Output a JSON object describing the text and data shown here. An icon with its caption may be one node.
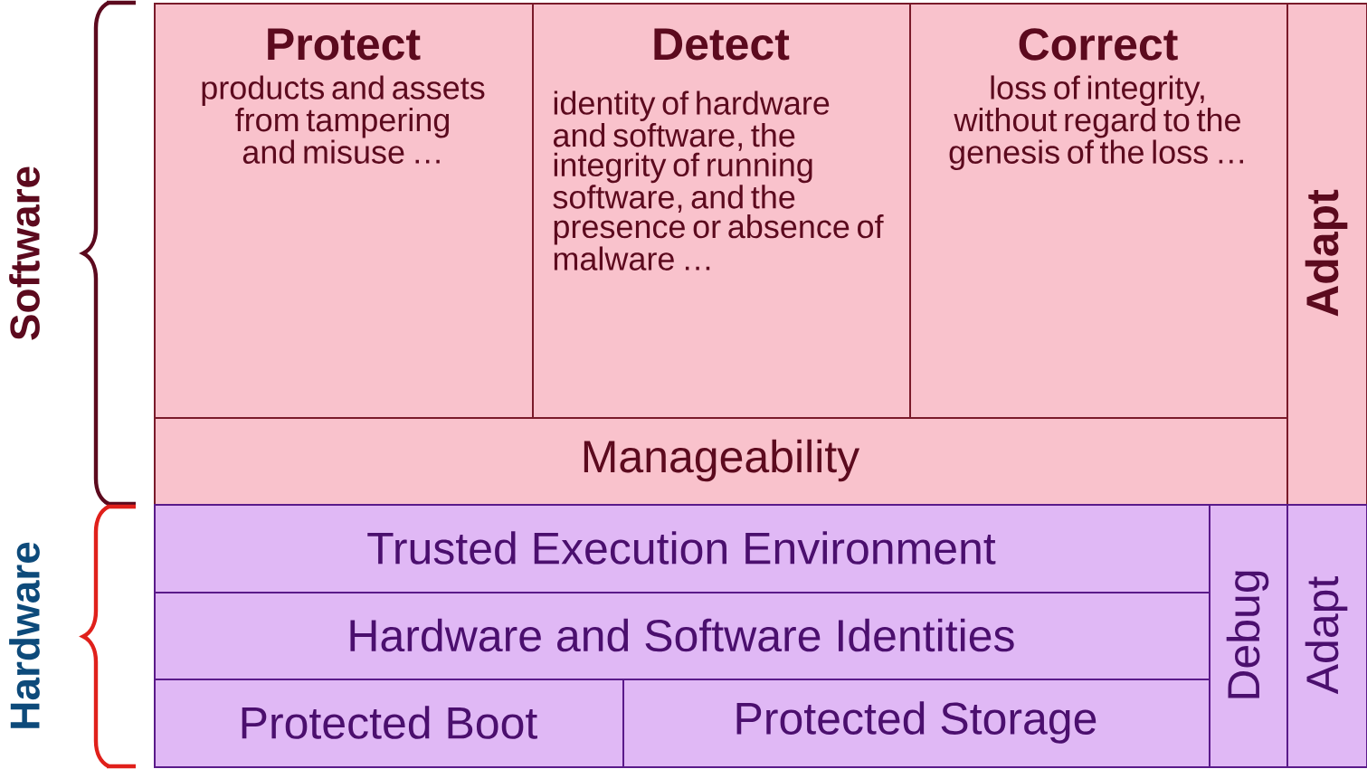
{
  "diagram": {
    "nodes": [
      {
        "text": [
          "Protect",
          "products and assets from tampering and misuse …"
        ]
      },
      {
        "text": [
          "Detect",
          "identity of hardware and software, the integrity of running software, and the presence or absence of malware …"
        ]
      },
      {
        "text": [
          "Correct",
          "loss of integrity, without regard to the genesis of the loss …"
        ]
      },
      {
        "text": [
          "Manageability"
        ]
      },
      {
        "text": [
          "Adapt"
        ]
      },
      {
        "text": [
          "Trusted Execution Environment"
        ]
      },
      {
        "text": [
          "Hardware and Software Identities"
        ]
      },
      {
        "text": [
          "Protected Boot"
        ]
      },
      {
        "text": [
          "Protected Storage"
        ]
      },
      {
        "text": [
          "Debug"
        ]
      },
      {
        "text": [
          "Adapt"
        ]
      }
    ],
    "labels": [
      "Software",
      "Hardware"
    ]
  }
}
